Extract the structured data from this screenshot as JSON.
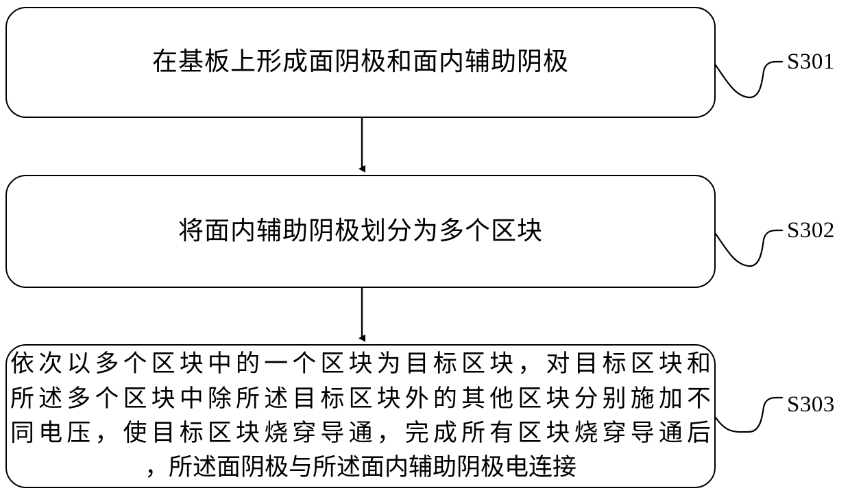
{
  "diagram": {
    "type": "flowchart",
    "orientation": "vertical",
    "background_color": "#ffffff",
    "stroke_color": "#000000",
    "fill_color": "#ffffff",
    "nodes": [
      {
        "id": "S301",
        "shape": "rounded-rectangle",
        "label": "在基板上形成面阴极和面内辅助阴极",
        "step_label": "S301"
      },
      {
        "id": "S302",
        "shape": "rounded-rectangle",
        "label": "将面内辅助阴极划分为多个区块",
        "step_label": "S302"
      },
      {
        "id": "S303",
        "shape": "rounded-rectangle",
        "step_label": "S303",
        "lines": [
          "依次以多个区块中的一个区块为目标区块，对目标区块和",
          "所述多个区块中除所述目标区块外的其他区块分别施加不",
          "同电压，使目标区块烧穿导通，完成所有区块烧穿导通后",
          "，所述面阴极与所述面内辅助阴极电连接"
        ]
      }
    ],
    "connectors": [
      {
        "from": "S301",
        "to": "S302",
        "style": "arrow-down"
      },
      {
        "from": "S302",
        "to": "S303",
        "style": "arrow-down"
      }
    ],
    "leader_lines": [
      {
        "target": "S301",
        "style": "curved-s-leader"
      },
      {
        "target": "S302",
        "style": "curved-s-leader"
      },
      {
        "target": "S303",
        "style": "curved-s-leader"
      }
    ]
  }
}
